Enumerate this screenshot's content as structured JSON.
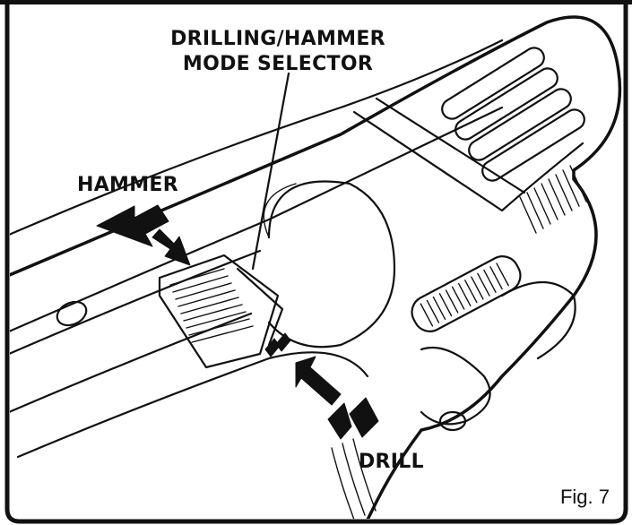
{
  "callouts": {
    "selector_line1": "DRILLING/HAMMER",
    "selector_line2": "MODE SELECTOR",
    "hammer": "HAMMER",
    "drill": "DRILL"
  },
  "figure_label": "Fig. 7",
  "colors": {
    "ink": "#111111",
    "background": "#ffffff",
    "frame": "#111111"
  },
  "icons": {
    "hammer_arrow": "arrow-left-icon",
    "hammer_pointer": "arrow-down-right-icon",
    "drill_pointer": "arrow-up-left-icon",
    "drill_symbol": "drill-mode-symbol"
  }
}
